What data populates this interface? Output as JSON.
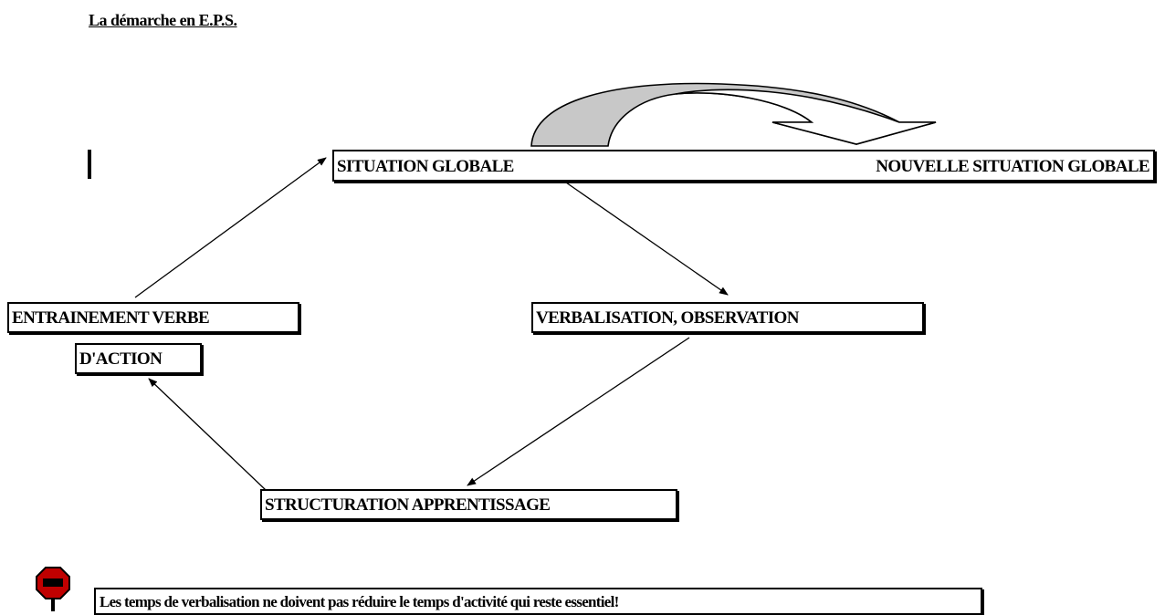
{
  "title": "La démarche en E.P.S.",
  "nodes": {
    "situation_globale": "SITUATION GLOBALE",
    "nouvelle_situation_globale": "NOUVELLE SITUATION GLOBALE",
    "verbalisation": "VERBALISATION, OBSERVATION",
    "entrainement_line1": "ENTRAINEMENT VERBE",
    "entrainement_line2": "D'ACTION",
    "structuration": "STRUCTURATION APPRENTISSAGE"
  },
  "note": {
    "icon": "stop-sign-icon",
    "text": "Les temps de verbalisation ne doivent pas réduire le temps d'activité qui reste essentiel!"
  },
  "colors": {
    "curved_arrow_fill": "#c8c8c8",
    "line": "#000000"
  }
}
